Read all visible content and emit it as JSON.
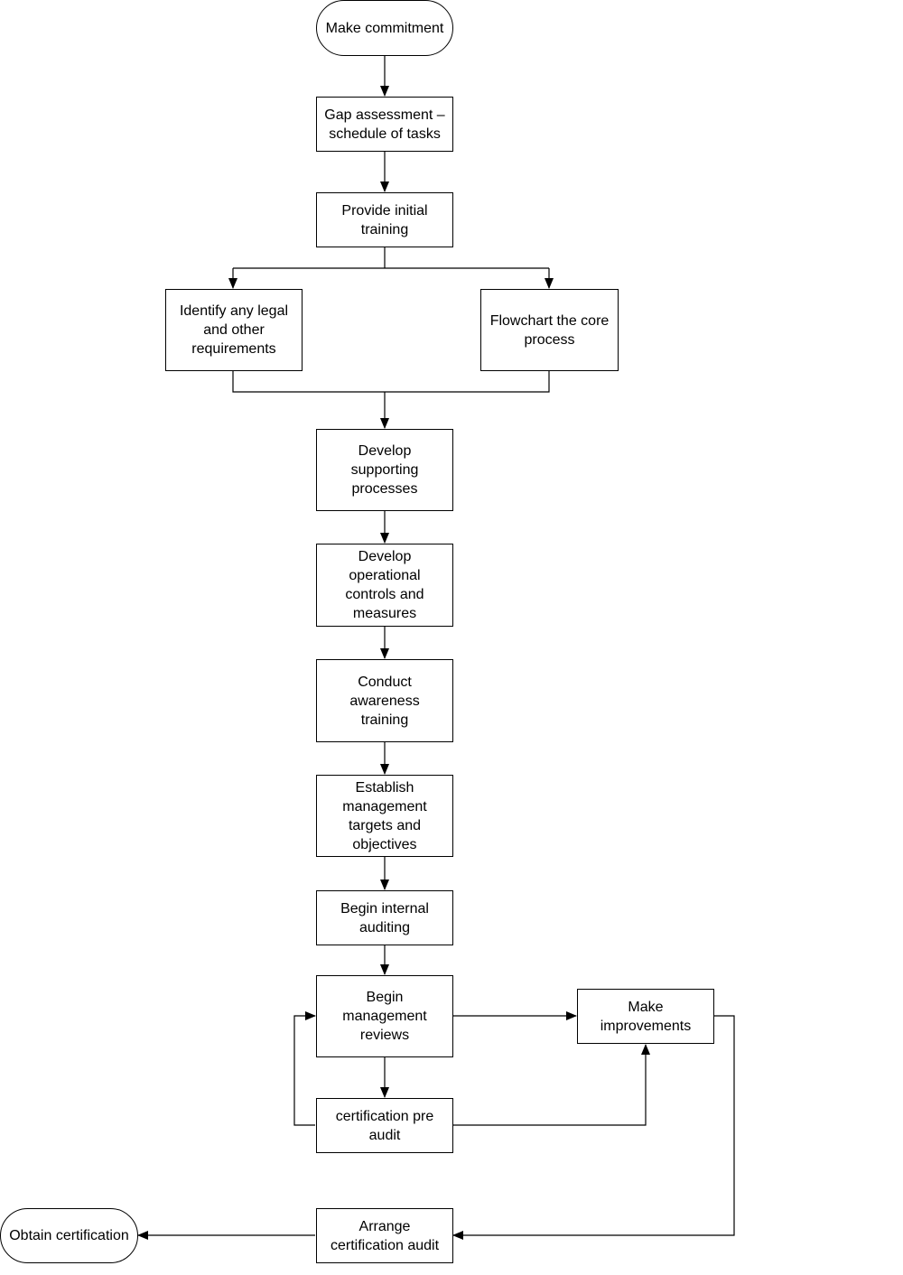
{
  "nodes": {
    "make_commitment": "Make commitment",
    "gap_assessment": "Gap assessment  –\nschedule of tasks",
    "initial_training": "Provide initial\ntraining",
    "legal_requirements": "Identify any legal\nand other\nrequirements",
    "flowchart_core": "Flowchart the core\nprocess",
    "supporting_processes": "Develop\nsupporting\nprocesses",
    "operational_controls": "Develop\noperational\ncontrols and\nmeasures",
    "awareness_training": "Conduct\nawareness\ntraining",
    "management_targets": "Establish\nmanagement\ntargets and\nobjectives",
    "internal_auditing": "Begin internal\nauditing",
    "management_reviews": "Begin\nmanagement\nreviews",
    "make_improvements": "Make\nimprovements",
    "pre_audit": "certification pre\naudit",
    "certification_audit": "Arrange\ncertification audit",
    "obtain_certification": "Obtain certification"
  },
  "line_color": "#000000"
}
